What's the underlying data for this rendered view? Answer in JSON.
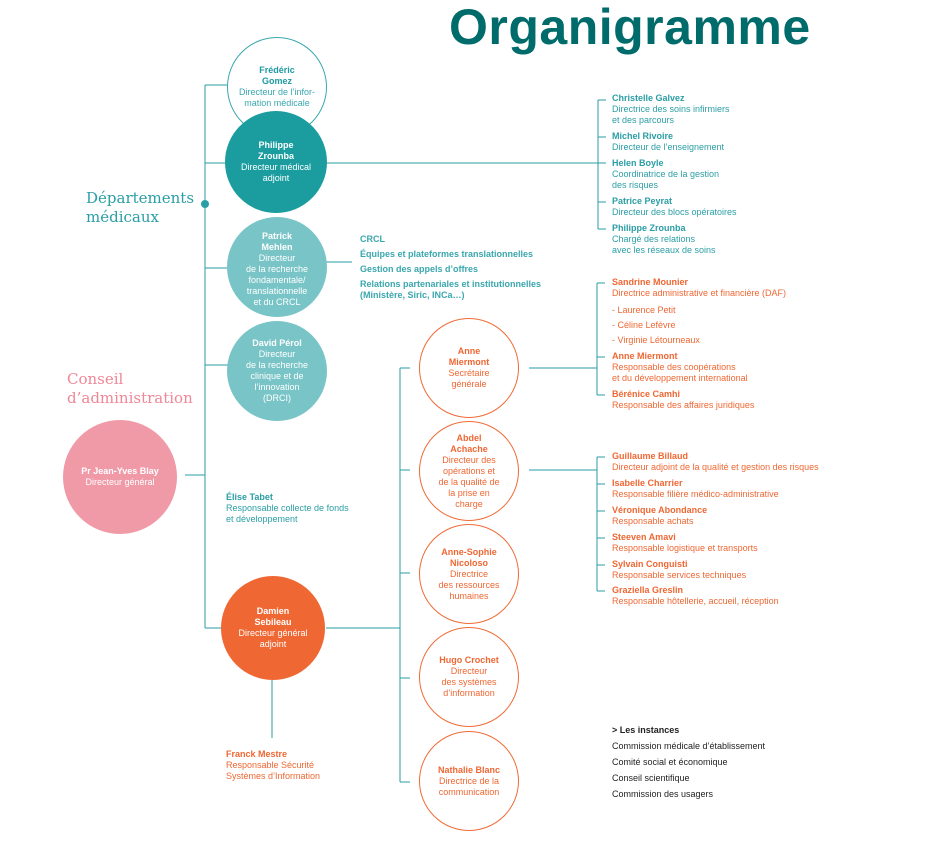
{
  "title": "Organigramme",
  "sections": {
    "departements": "Départements\nmédicaux",
    "conseil": "Conseil\nd’administration"
  },
  "circles": {
    "gomez": {
      "name": "Frédéric\nGomez",
      "role": "Directeur de l’infor-\nmation médicale"
    },
    "zrounba": {
      "name": "Philippe\nZrounba",
      "role": "Directeur médical\nadjoint"
    },
    "mehlen": {
      "name": "Patrick\nMehlen",
      "role": "Directeur\nde la recherche\nfondamentale/\ntranslationnelle\net du CRCL"
    },
    "perol": {
      "name": "David Pérol",
      "role": "Directeur\nde la recherche\nclinique et de\nl’innovation\n(DRCI)"
    },
    "blay": {
      "name": "Pr Jean-Yves Blay",
      "role": "Directeur général"
    },
    "sebileau": {
      "name": "Damien\nSebileau",
      "role": "Directeur général\nadjoint"
    },
    "miermont": {
      "name": "Anne\nMiermont",
      "role": "Secrétaire\ngénérale"
    },
    "achache": {
      "name": "Abdel\nAchache",
      "role": "Directeur des\nopérations et\nde la qualité de\nla prise en\ncharge"
    },
    "nicoloso": {
      "name": "Anne-Sophie\nNicoloso",
      "role": "Directrice\ndes ressources\nhumaines"
    },
    "crochet": {
      "name": "Hugo Crochet",
      "role": "Directeur\ndes systèmes\nd’information"
    },
    "blanc": {
      "name": "Nathalie Blanc",
      "role": "Directrice de la\ncommunication"
    }
  },
  "medical_team": [
    {
      "name": "Christelle Galvez",
      "role": "Directrice des soins infirmiers\net des parcours"
    },
    {
      "name": "Michel Rivoire",
      "role": "Directeur de l’enseignement"
    },
    {
      "name": "Helen Boyle",
      "role": "Coordinatrice de la gestion\ndes risques"
    },
    {
      "name": "Patrice Peyrat",
      "role": "Directeur des blocs opératoires"
    },
    {
      "name": "Philippe Zrounba",
      "role": "Chargé des relations\navec les réseaux de soins"
    }
  ],
  "crcl_items": [
    "CRCL",
    "Équipes et plateformes translationnelles",
    "Gestion des appels d’offres",
    "Relations partenariales et institutionnelles",
    "(Ministère, Siric, INCa…)"
  ],
  "tabet": {
    "name": "Élise Tabet",
    "role": "Responsable collecte de fonds\net développement"
  },
  "mestre": {
    "name": "Franck Mestre",
    "role": "Responsable Sécurité\nSystèmes d’Information"
  },
  "sg_team": {
    "mounier": {
      "name": "Sandrine Mounier",
      "role": "Directrice administrative et financière (DAF)"
    },
    "sub": [
      "- Laurence Petit",
      "- Céline Lefèvre",
      "- Virginie Létourneaux"
    ],
    "miermont": {
      "name": "Anne Miermont",
      "role": "Responsable des coopérations\net du développement international"
    },
    "camhi": {
      "name": "Bérénice Camhi",
      "role": "Responsable des affaires juridiques"
    }
  },
  "ops_team": [
    {
      "name": "Guillaume Billaud",
      "role": "Directeur adjoint de la qualité et gestion des risques"
    },
    {
      "name": "Isabelle Charrier",
      "role": "Responsable filière médico-administrative"
    },
    {
      "name": "Véronique Abondance",
      "role": "Responsable achats"
    },
    {
      "name": "Steeven Amavi",
      "role": "Responsable logistique et transports"
    },
    {
      "name": "Sylvain Conguisti",
      "role": "Responsable services techniques"
    },
    {
      "name": "Graziella Greslin",
      "role": "Responsable hôtellerie, accueil, réception"
    }
  ],
  "instances": {
    "title": "> Les instances",
    "items": [
      "Commission médicale d’établissement",
      "Comité social et économique",
      "Conseil scientifique",
      "Commission des usagers"
    ]
  },
  "colors": {
    "teal": "#1b9da0",
    "teal_light": "#79c4c7",
    "pink": "#f09aa8",
    "orange": "#ef6733",
    "title": "#006b6b"
  }
}
